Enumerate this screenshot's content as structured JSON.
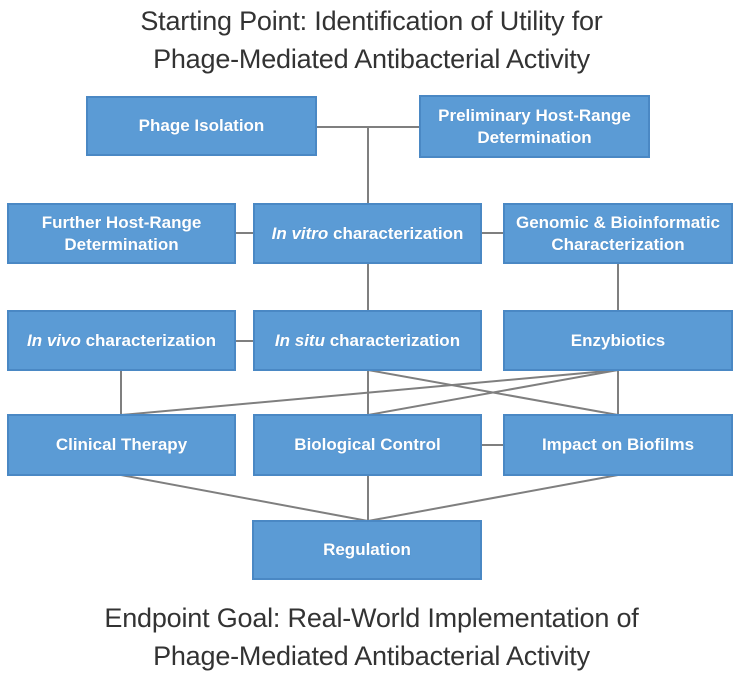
{
  "titles": {
    "top_line1": "Starting Point: Identification of Utility for",
    "top_line2": "Phage-Mediated Antibacterial Activity",
    "bottom_line1": "Endpoint Goal: Real-World Implementation of",
    "bottom_line2": "Phage-Mediated Antibacterial Activity"
  },
  "colors": {
    "box_fill": "#5b9bd5",
    "box_border": "#4a88c4",
    "box_text": "#ffffff",
    "connector": "#7f7f7f",
    "title_text": "#333333",
    "background": "#ffffff"
  },
  "nodes": {
    "phage_isolation": {
      "label": "Phage Isolation"
    },
    "preliminary_host_range": {
      "label": "Preliminary Host-Range Determination"
    },
    "further_host_range": {
      "label": "Further Host-Range Determination"
    },
    "in_vitro": {
      "italic": "In vitro",
      "rest": " characterization"
    },
    "genomic_bioinformatic": {
      "label": "Genomic & Bioinformatic Characterization"
    },
    "in_vivo": {
      "italic": "In vivo",
      "rest": " characterization"
    },
    "in_situ": {
      "italic": "In situ",
      "rest": " characterization"
    },
    "enzybiotics": {
      "label": "Enzybiotics"
    },
    "clinical_therapy": {
      "label": "Clinical Therapy"
    },
    "biological_control": {
      "label": "Biological Control"
    },
    "impact_on_biofilms": {
      "label": "Impact on Biofilms"
    },
    "regulation": {
      "label": "Regulation"
    }
  },
  "edges": [
    {
      "from": "phage_isolation",
      "to": "preliminary_host_range"
    },
    {
      "from": "phage_isolation + preliminary_host_range",
      "to": "in_vitro"
    },
    {
      "from": "further_host_range",
      "to": "in_vitro"
    },
    {
      "from": "in_vitro",
      "to": "genomic_bioinformatic"
    },
    {
      "from": "in_vitro",
      "to": "in_situ"
    },
    {
      "from": "genomic_bioinformatic",
      "to": "enzybiotics"
    },
    {
      "from": "in_vivo",
      "to": "in_situ"
    },
    {
      "from": "in_vivo",
      "to": "clinical_therapy"
    },
    {
      "from": "in_situ",
      "to": "biological_control"
    },
    {
      "from": "in_situ",
      "to": "impact_on_biofilms"
    },
    {
      "from": "enzybiotics",
      "to": "impact_on_biofilms"
    },
    {
      "from": "enzybiotics",
      "to": "biological_control"
    },
    {
      "from": "enzybiotics",
      "to": "clinical_therapy"
    },
    {
      "from": "biological_control",
      "to": "impact_on_biofilms"
    },
    {
      "from": "clinical_therapy",
      "to": "regulation"
    },
    {
      "from": "biological_control",
      "to": "regulation"
    },
    {
      "from": "impact_on_biofilms",
      "to": "regulation"
    }
  ]
}
